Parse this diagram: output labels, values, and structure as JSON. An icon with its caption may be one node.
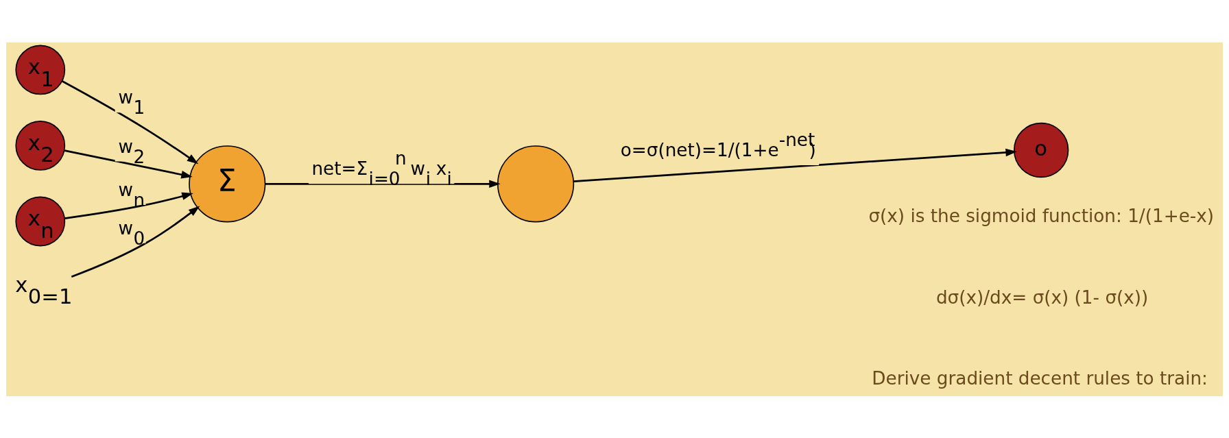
{
  "diagram": {
    "nodes": [
      {
        "text": [
          "x$_{1}$"
        ]
      },
      {
        "text": [
          "x$_{2}$"
        ]
      },
      {
        "text": [
          "x$_{n}$"
        ]
      },
      {
        "text": [
          "x$_{0=1}$"
        ]
      },
      {
        "text": [
          "Σ"
        ]
      },
      {
        "text": [],
        "shape": "circle"
      },
      {
        "text": [
          "o"
        ]
      }
    ],
    "edges": [
      {
        "from": 0,
        "to": 4,
        "arrow": "to",
        "label": "w$_{1}$"
      },
      {
        "from": 1,
        "to": 4,
        "arrow": "to",
        "label": "w$_{2}$"
      },
      {
        "from": 2,
        "to": 4,
        "arrow": "to",
        "label": "w$_{n}$"
      },
      {
        "from": 3,
        "to": 4,
        "arrow": "to",
        "label": "w$_{0}$"
      },
      {
        "from": 4,
        "to": 5,
        "arrow": "to",
        "label": "net=Σ$_{i=0}$$^{n}$ w$_{i}$ x$_{i}$"
      },
      {
        "from": 5,
        "to": 6,
        "arrow": "to",
        "label": "o=σ(net)=1/(1+e$^{-net}$)"
      }
    ],
    "labels": [
      "σ(x) is the sigmoid function: 1/(1+e-x)",
      "dσ(x)/dx= σ(x) (1- σ(x))",
      "Derive gradient decent rules to train:"
    ]
  }
}
